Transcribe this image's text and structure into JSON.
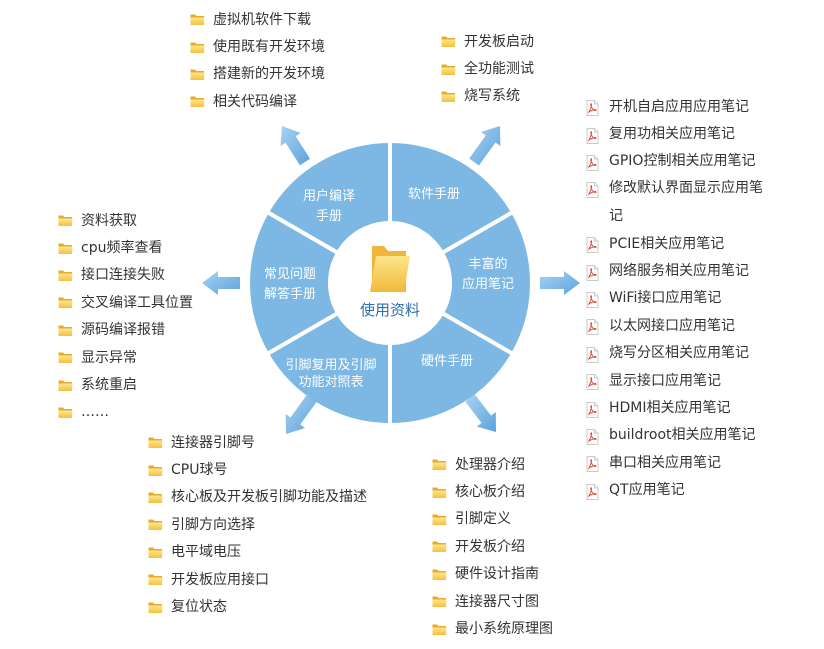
{
  "center": {
    "title": "使用资料",
    "icon": "folder-icon"
  },
  "sectors": [
    {
      "id": "user-compile-manual",
      "label": [
        "用户编译",
        "手册"
      ]
    },
    {
      "id": "software-manual",
      "label": [
        "软件手册"
      ]
    },
    {
      "id": "rich-app-notes",
      "label": [
        "丰富的",
        "应用笔记"
      ]
    },
    {
      "id": "hardware-manual",
      "label": [
        "硬件手册"
      ]
    },
    {
      "id": "pin-mux-table",
      "label": [
        "引脚复用及引脚",
        "功能对照表"
      ]
    },
    {
      "id": "faq-manual",
      "label": [
        "常见问题",
        "解答手册"
      ]
    }
  ],
  "lists": {
    "user_compile": {
      "icon": "folder-icon",
      "items": [
        "虚拟机软件下载",
        "使用既有开发环境",
        "搭建新的开发环境",
        "相关代码编译"
      ]
    },
    "software": {
      "icon": "folder-icon",
      "items": [
        "开发板启动",
        "全功能测试",
        "烧写系统"
      ]
    },
    "app_notes": {
      "icon": "pdf-icon",
      "items": [
        "开机自启应用应用笔记",
        "复用功相关应用笔记",
        "GPIO控制相关应用笔记",
        "修改默认界面显示应用笔记",
        "PCIE相关应用笔记",
        "网络服务相关应用笔记",
        "WiFi接口应用笔记",
        "以太网接口应用笔记",
        "烧写分区相关应用笔记",
        "显示接口应用笔记",
        "HDMI相关应用笔记",
        "buildroot相关应用笔记",
        "串口相关应用笔记",
        "QT应用笔记"
      ]
    },
    "faq": {
      "icon": "folder-icon",
      "items": [
        "资料获取",
        "cpu频率查看",
        "接口连接失败",
        "交叉编译工具位置",
        "源码编译报错",
        "显示异常",
        "系统重启",
        "……"
      ]
    },
    "pin_mux": {
      "icon": "folder-icon",
      "items": [
        "连接器引脚号",
        "CPU球号",
        "核心板及开发板引脚功能及描述",
        "引脚方向选择",
        "电平域电压",
        "开发板应用接口",
        "复位状态"
      ]
    },
    "hardware": {
      "icon": "folder-icon",
      "items": [
        "处理器介绍",
        "核心板介绍",
        "引脚定义",
        "开发板介绍",
        "硬件设计指南",
        "连接器尺寸图",
        "最小系统原理图"
      ]
    }
  },
  "colors": {
    "sector": "#7cb8e3",
    "sector_stroke": "#ffffff",
    "center": "#ffffff",
    "arrow": "#6fb0e2",
    "text_on_sector": "#ffffff",
    "center_text": "#2f6fb0",
    "folder": "#f3c84a",
    "pdf": "#e0483c"
  }
}
